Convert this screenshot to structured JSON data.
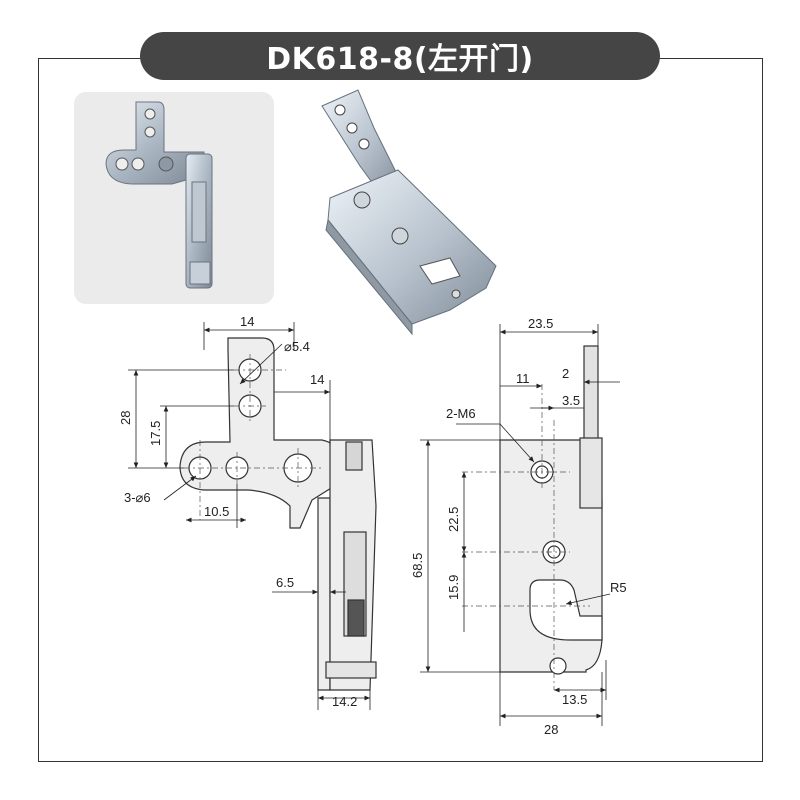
{
  "title": "DK618-8(左开门)",
  "photos": {
    "photo1_icon": "hinge-latch-photo-side",
    "photo2_icon": "rotary-latch-photo-iso"
  },
  "left_view": {
    "dim_top_width": "14",
    "dim_hole_dia": "⌀5.4",
    "dim_offset_right": "14",
    "dim_height_28": "28",
    "dim_height_17_5": "17.5",
    "dim_holes": "3-⌀6",
    "dim_spacing": "10.5",
    "dim_thickness_6_5": "6.5",
    "dim_bottom_width": "14.2"
  },
  "right_view": {
    "dim_top_width": "23.5",
    "dim_11": "11",
    "dim_2": "2",
    "dim_3_5": "3.5",
    "dim_thread": "2-M6",
    "dim_22_5": "22.5",
    "dim_68_5": "68.5",
    "dim_15_9": "15.9",
    "dim_radius": "R5",
    "dim_13_5": "13.5",
    "dim_bottom_width": "28"
  },
  "colors": {
    "pill": "#454545",
    "part_fill": "#eeeeee",
    "photo_bg": "#ebebeb"
  }
}
